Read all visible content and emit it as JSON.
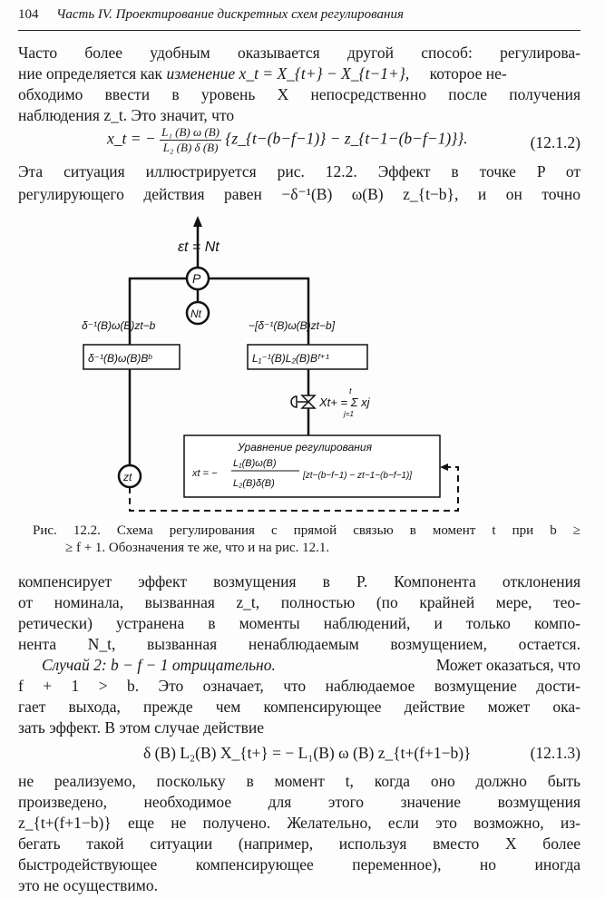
{
  "header": {
    "page_number": "104",
    "title": "Часть IV. Проектирование дискретных схем регулирования"
  },
  "para1": [
    "Часто более удобным оказывается другой способ: регулирова-",
    "ние определяется как",
    "изменение",
    "x_t = X_{t+} − X_{t−1+},",
    "которое не-",
    "обходимо ввести в уровень X непосредственно после получения",
    "наблюдения z_t. Это значит, что"
  ],
  "eq1": {
    "lhs": "x_t = −",
    "num": "L₁ (B) ω (B)",
    "den": "L₂ (B) δ (B)",
    "rhs": "{z_{t−(b−f−1)} − z_{t−1−(b−f−1)}}.",
    "number": "(12.1.2)"
  },
  "para2": [
    "Эта ситуация иллюстрируется рис. 12.2. Эффект в точке P от",
    "регулирующего действия равен −δ⁻¹(B) ω(B) z_{t−b}, и он точно"
  ],
  "diagram": {
    "output_label": "εt = Nt",
    "node_p": "P",
    "node_n": "Nt",
    "node_z": "zt",
    "left_label": "δ⁻¹(B)ω(B)zt−b",
    "left_box": "δ⁻¹(B)ω(B)Bᵇ",
    "right_label": "−[δ⁻¹(B)ω(B)zt−b]",
    "right_box": "L₁⁻¹(B)L₂(B)Bᶠ⁺¹",
    "valve_label": "Xt+ = Σ xj",
    "valve_sum_top": "t",
    "valve_sum_bottom": "j=1",
    "box_title": "Уравнение регулирования",
    "box_lhs": "xt = −",
    "box_num": "L₁(B)ω(B)",
    "box_den": "L₂(B)δ(B)",
    "box_rhs": "[zt−(b−f−1) − zt−1−(b−f−1)]"
  },
  "caption": [
    "Рис. 12.2. Схема регулирования с прямой связью в момент t при b ≥",
    "≥ f + 1. Обозначения те же, что и на рис. 12.1."
  ],
  "para3": [
    "компенсирует эффект возмущения в P. Компонента отклонения",
    "от номинала, вызванная z_t, полностью (по крайней мере, тео-",
    "ретически) устранена в моменты наблюдений, и только компо-",
    "нента N_t, вызванная ненаблюдаемым возмущением, остается.",
    "Случай 2: b − f − 1 отрицательно.",
    "Может оказаться, что",
    "f + 1 > b. Это означает, что наблюдаемое возмущение дости-",
    "гает выхода, прежде чем компенсирующее действие может ока-",
    "зать эффект. В этом случае действие"
  ],
  "eq2": {
    "text": "δ (B) L₂(B) X_{t+} = − L₁(B) ω (B) z_{t+(f+1−b)}",
    "number": "(12.1.3)"
  },
  "para4": [
    "не реализуемо, поскольку в момент t, когда оно должно быть",
    "произведено, необходимое для этого значение возмущения",
    "z_{t+(f+1−b)} еще не получено. Желательно, если это возможно, из-",
    "бегать такой ситуации (например, используя вместо X более",
    "быстродействующее компенсирующее переменное), но иногда",
    "это не осуществимо."
  ]
}
